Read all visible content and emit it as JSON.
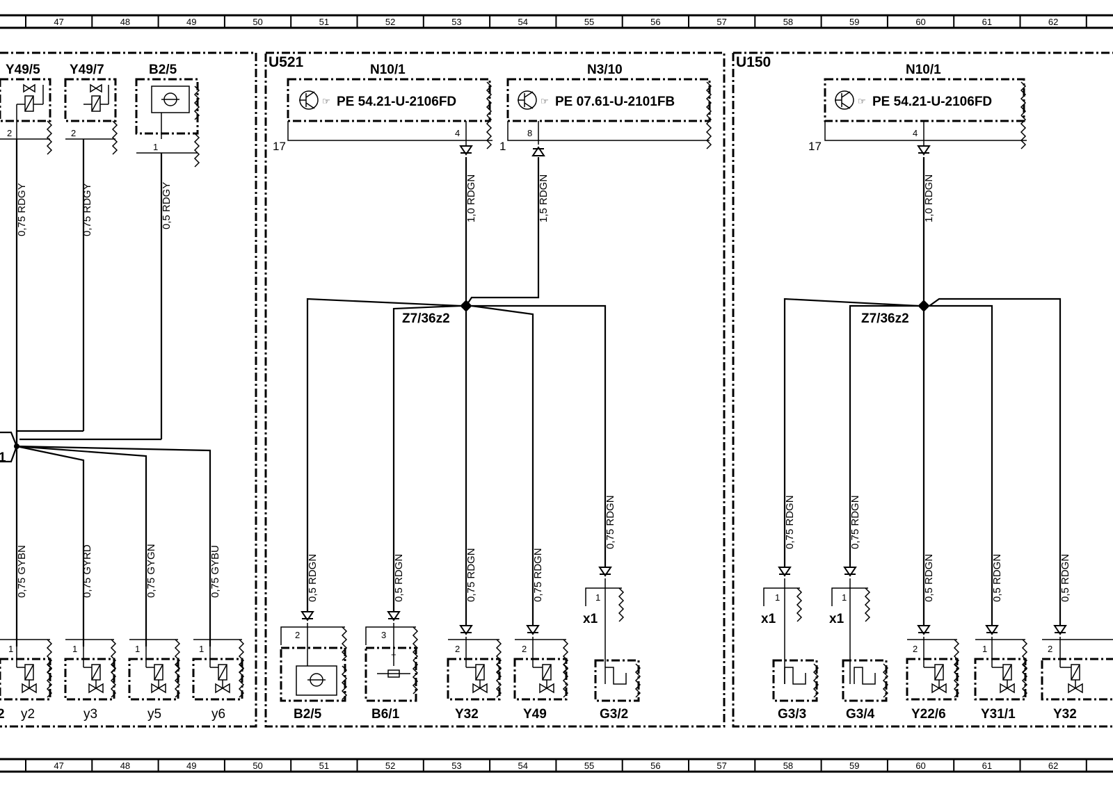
{
  "grid_numbers": [
    "47",
    "48",
    "49",
    "50",
    "51",
    "52",
    "53",
    "54",
    "55",
    "56",
    "57",
    "58",
    "59",
    "60",
    "61",
    "62"
  ],
  "sections": {
    "left": {
      "top_components": [
        {
          "id": "Y49/5",
          "pin": "2",
          "wire": "0,75 RDGY"
        },
        {
          "id": "Y49/7",
          "pin": "2",
          "wire": "0,75 RDGY"
        },
        {
          "id": "B2/5",
          "pin": "1",
          "wire": "0,5 RDGY"
        }
      ],
      "splice_partial": "1",
      "bottom_components": [
        {
          "label": "2",
          "pin": "1",
          "wire": ""
        },
        {
          "label": "y2",
          "pin": "1",
          "wire": "0,75 GYBN"
        },
        {
          "label": "y3",
          "pin": "1",
          "wire": "0,75 GYRD"
        },
        {
          "label": "y5",
          "pin": "1",
          "wire": "0,75 GYGN"
        },
        {
          "label": "y6",
          "pin": "1",
          "wire": "0,75 GYBU"
        }
      ]
    },
    "u521": {
      "title": "U521",
      "modules": [
        {
          "id": "N10/1",
          "ref": "PE  54.21-U-2106FD",
          "pin": "4",
          "side": "17",
          "wire": "1,0 RDGN"
        },
        {
          "id": "N3/10",
          "ref": "PE  07.61-U-2101FB",
          "pin": "8",
          "side": "1",
          "wire": "1,5 RDGN"
        }
      ],
      "splice": "Z7/36z2",
      "bottom_components": [
        {
          "label": "B2/5",
          "pin": "2",
          "wire": "0,5 RDGN"
        },
        {
          "label": "B6/1",
          "pin": "3",
          "wire": "0,5 RDGN"
        },
        {
          "label": "Y32",
          "pin": "2",
          "wire": "0,75 RDGN"
        },
        {
          "label": "Y49",
          "pin": "2",
          "wire": "0,75 RDGN"
        },
        {
          "label": "G3/2",
          "pin": "1",
          "wire": "0,75 RDGN",
          "connector": "x1"
        }
      ]
    },
    "u150": {
      "title": "U150",
      "modules": [
        {
          "id": "N10/1",
          "ref": "PE  54.21-U-2106FD",
          "pin": "4",
          "side": "17",
          "wire": "1,0 RDGN"
        }
      ],
      "splice": "Z7/36z2",
      "bottom_components": [
        {
          "label": "G3/3",
          "pin": "1",
          "wire": "0,75 RDGN",
          "connector": "x1"
        },
        {
          "label": "G3/4",
          "pin": "1",
          "wire": "0,75 RDGN",
          "connector": "x1"
        },
        {
          "label": "Y22/6",
          "pin": "2",
          "wire": "0,5 RDGN"
        },
        {
          "label": "Y31/1",
          "pin": "1",
          "wire": "0,5 RDGN"
        },
        {
          "label": "Y32",
          "pin": "2",
          "wire": "0,5 RDGN"
        }
      ]
    }
  }
}
